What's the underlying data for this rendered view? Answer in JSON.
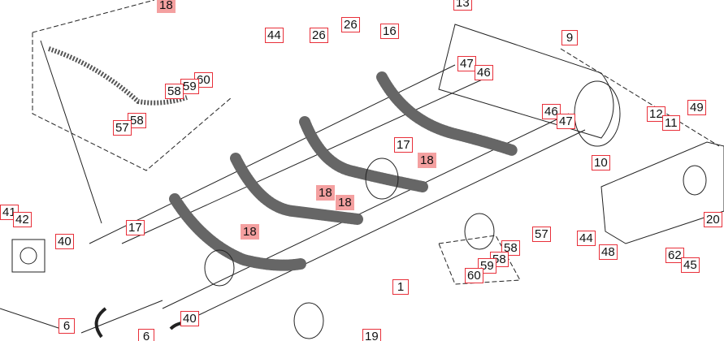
{
  "diagram": {
    "type": "exploded parts diagram",
    "highlight_color": "#f4a0a0",
    "callout_border_color": "#e8303a",
    "callouts": [
      {
        "text": "18",
        "highlighted": true
      },
      {
        "text": "44"
      },
      {
        "text": "26"
      },
      {
        "text": "26"
      },
      {
        "text": "16"
      },
      {
        "text": "13"
      },
      {
        "text": "9"
      },
      {
        "text": "47"
      },
      {
        "text": "46"
      },
      {
        "text": "60"
      },
      {
        "text": "59"
      },
      {
        "text": "58"
      },
      {
        "text": "58"
      },
      {
        "text": "57"
      },
      {
        "text": "46"
      },
      {
        "text": "47"
      },
      {
        "text": "12"
      },
      {
        "text": "11"
      },
      {
        "text": "49"
      },
      {
        "text": "17"
      },
      {
        "text": "18",
        "highlighted": true
      },
      {
        "text": "18",
        "highlighted": true
      },
      {
        "text": "18",
        "highlighted": true
      },
      {
        "text": "10"
      },
      {
        "text": "20"
      },
      {
        "text": "41"
      },
      {
        "text": "42"
      },
      {
        "text": "40"
      },
      {
        "text": "17"
      },
      {
        "text": "18",
        "highlighted": true
      },
      {
        "text": "57"
      },
      {
        "text": "58"
      },
      {
        "text": "58"
      },
      {
        "text": "59"
      },
      {
        "text": "60"
      },
      {
        "text": "1"
      },
      {
        "text": "44"
      },
      {
        "text": "48"
      },
      {
        "text": "62"
      },
      {
        "text": "45"
      },
      {
        "text": "6"
      },
      {
        "text": "40"
      },
      {
        "text": "6"
      },
      {
        "text": "19"
      }
    ]
  }
}
